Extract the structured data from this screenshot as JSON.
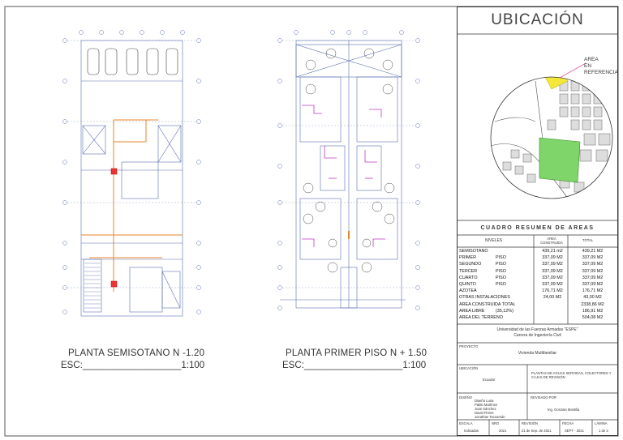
{
  "plans": [
    {
      "title": "PLANTA SEMISOTANO N -1.20",
      "scale": "ESC:___________________1:100"
    },
    {
      "title": "PLANTA PRIMER  PISO N + 1.50",
      "scale": "ESC:___________________1:100"
    }
  ],
  "title_block": {
    "heading": "UBICACIÓN",
    "area_label": [
      "AREA",
      "EN",
      "REFERENCIA"
    ],
    "table_title": "CUADRO RESUMEN DE AREAS",
    "columns": {
      "level": "NIVELES",
      "area": "AREA CONSTRUIDA",
      "total": "TOTAL"
    },
    "rows": [
      {
        "n": "SEMISOTANO",
        "p": "",
        "a": "439,21 m2",
        "t": "439,21 M2"
      },
      {
        "n": "PRIMER",
        "p": "PISO",
        "a": "337,09 M2",
        "t": "337,09 M2"
      },
      {
        "n": "SEGUNDO",
        "p": "PISO",
        "a": "337,09 M2",
        "t": "337,09 M2"
      },
      {
        "n": "TERCER",
        "p": "PISO",
        "a": "337,09 M2",
        "t": "337,09 M2"
      },
      {
        "n": "CUARTO",
        "p": "PISO",
        "a": "337,09 M2",
        "t": "337,09 M2"
      },
      {
        "n": "QUINTO",
        "p": "PISO",
        "a": "337,09 M2",
        "t": "337,09 M2"
      },
      {
        "n": "AZOTEA",
        "p": "",
        "a": "176,71 M2",
        "t": "176,71 M2"
      },
      {
        "n": "OTRAS INSTALACIONES",
        "p": "",
        "a": "24,00 M2",
        "t": "43,00 M2"
      },
      {
        "n": "AREA CONSTRUIDA TOTAL",
        "p": "",
        "a": "",
        "t": "2338,86 M2"
      },
      {
        "n": "AREA LIBRE",
        "p": "(35,12%)",
        "a": "",
        "t": "186,91 M2"
      },
      {
        "n": "AREA DEL TERRENO",
        "p": "",
        "a": "",
        "t": "504,08 M2"
      }
    ],
    "university": "Universidad de las Fuerzas Armadas \"ESPE\"",
    "career": "Carrera de Ingeniería Civil",
    "project_label": "PROYECTO",
    "project": "Vivienda Multifamiliar",
    "location_label": "UBICACIÓN",
    "location": "Ecuador",
    "content": "PLANTAS DE AGUAS SERVIDAS, COLECTORES Y CAJAS DE REVISIÓN",
    "design_label": "DISEÑO",
    "designers": [
      "Diseño Luna",
      "Pablo Martínez",
      "Juan Sánchez",
      "David Flores",
      "Jonathan Tacuamán"
    ],
    "review_label": "REVISADO POR",
    "reviewer": "Ing. Gonzalo Mantilla",
    "footer": [
      {
        "label": "ESCALA",
        "value": "Indicadas"
      },
      {
        "label": "NRO",
        "value": "2021"
      },
      {
        "label": "REVISIÓN",
        "value": "21 de Sep. de 2021"
      },
      {
        "label": "FECHA",
        "value": "SEPT - 2021"
      },
      {
        "label": "LÁMINA",
        "value": "1 de 3"
      }
    ]
  }
}
